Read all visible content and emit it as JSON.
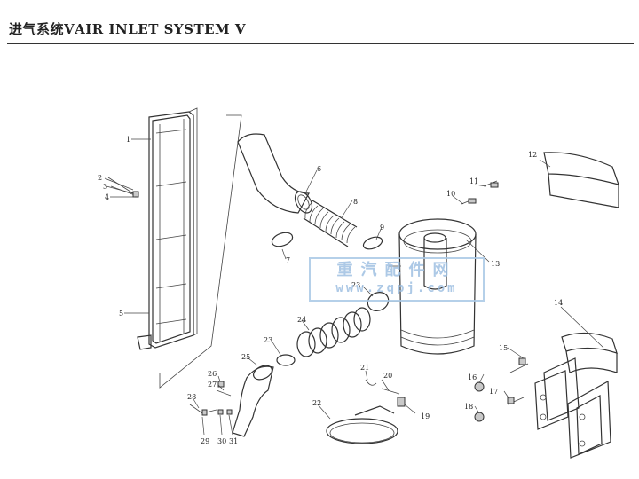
{
  "header": {
    "title": "进气系统ⅤAIR INLET SYSTEM Ⅴ"
  },
  "watermark": {
    "cn": "重汽配件网",
    "url": "www.zqpj.com"
  },
  "callouts": {
    "c1": "1",
    "c2": "2",
    "c3": "3",
    "c4": "4",
    "c5": "5",
    "c6": "6",
    "c7": "7",
    "c8": "8",
    "c9": "9",
    "c10": "10",
    "c11": "11",
    "c12": "12",
    "c13": "13",
    "c14": "14",
    "c15": "15",
    "c16": "16",
    "c17": "17",
    "c18": "18",
    "c19": "19",
    "c20": "20",
    "c21": "21",
    "c22": "22",
    "c23a": "23",
    "c23b": "23",
    "c24": "24",
    "c25": "25",
    "c26": "26",
    "c27": "27",
    "c28": "28",
    "c29": "29",
    "c30": "30",
    "c31": "31"
  }
}
